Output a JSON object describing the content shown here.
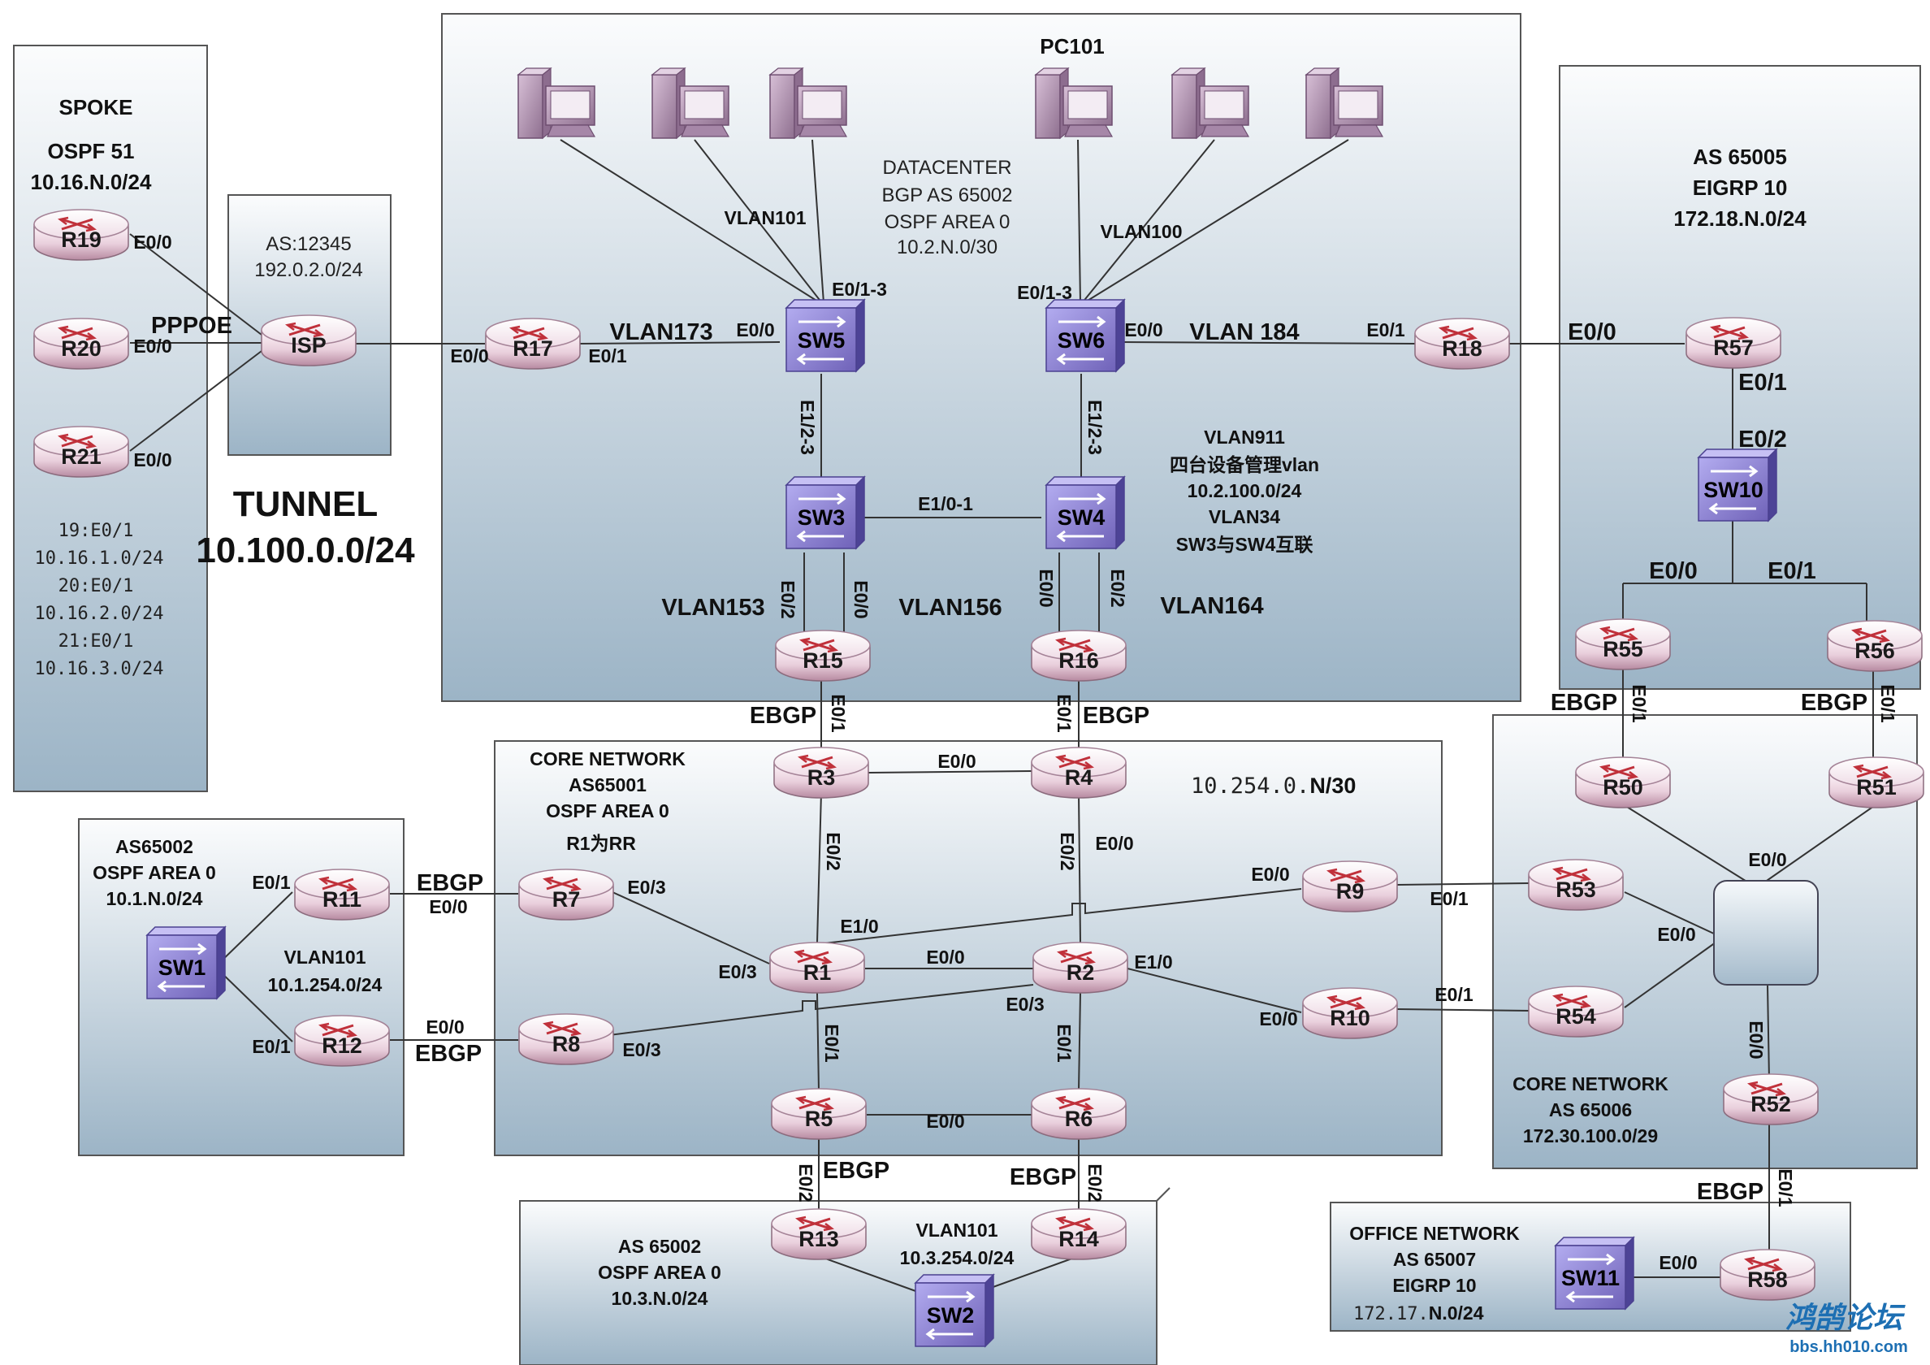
{
  "colors": {
    "zone_top": "#ffffff",
    "zone_bottom": "#9db6c8",
    "router": "#e8d0dc",
    "switch": "#8a7fd0",
    "pc": "#b79ab8",
    "watermark": "#1d6fb3"
  },
  "zones": {
    "datacenter": {
      "title": "PC101",
      "lines": [
        "DATACENTER",
        "BGP  AS 65002",
        "OSPF AREA 0",
        "10.2.N.0/30"
      ]
    },
    "spoke": {
      "lines": [
        "SPOKE",
        "OSPF 51",
        "10.16.N.0/24"
      ],
      "notes": [
        "19:E0/1",
        "10.16.1.0/24",
        "20:E0/1",
        "10.16.2.0/24",
        "21:E0/1",
        "10.16.3.0/24"
      ]
    },
    "isp": {
      "lines": [
        "AS:12345",
        "192.0.2.0/24"
      ]
    },
    "tunnel": {
      "lines": [
        "TUNNEL",
        "10.100.0.0/24"
      ]
    },
    "as65005": {
      "lines": [
        "AS 65005",
        "EIGRP 10",
        "172.18.N.0/24"
      ]
    },
    "core": {
      "lines": [
        "CORE NETWORK",
        "AS65001",
        "OSPF  AREA 0",
        "R1为RR"
      ],
      "subnet_a": "10.254.0.",
      "subnet_b": "N/30"
    },
    "left_as": {
      "lines": [
        "AS65002",
        "OSPF AREA 0",
        "10.1.N.0/24"
      ],
      "vlan": [
        "VLAN101",
        "10.1.254.0/24"
      ]
    },
    "bottom_as": {
      "lines": [
        "AS 65002",
        "OSPF AREA 0",
        "10.3.N.0/24"
      ],
      "vlan": [
        "VLAN101",
        "10.3.254.0/24"
      ]
    },
    "core65006": {
      "lines": [
        "CORE NETWORK",
        "AS 65006",
        "172.30.100.0/29"
      ]
    },
    "office": {
      "lines": [
        "OFFICE NETWORK",
        "AS 65007",
        "EIGRP 10"
      ],
      "subnet_a": "172.17.",
      "subnet_b": "N.0/24"
    },
    "mgmt": {
      "lines": [
        "VLAN911",
        "四台设备管理vlan",
        "10.2.100.0/24",
        "VLAN34",
        "SW3与SW4互联"
      ]
    }
  },
  "routers": {
    "R19": "R19",
    "R20": "R20",
    "R21": "R21",
    "ISP": "ISP",
    "R17": "R17",
    "R18": "R18",
    "R57": "R57",
    "R55": "R55",
    "R56": "R56",
    "R15": "R15",
    "R16": "R16",
    "R3": "R3",
    "R4": "R4",
    "R7": "R7",
    "R1": "R1",
    "R2": "R2",
    "R8": "R8",
    "R5": "R5",
    "R6": "R6",
    "R9": "R9",
    "R10": "R10",
    "R11": "R11",
    "R12": "R12",
    "R13": "R13",
    "R14": "R14",
    "R50": "R50",
    "R51": "R51",
    "R53": "R53",
    "R54": "R54",
    "R52": "R52",
    "R58": "R58"
  },
  "switches": {
    "SW5": "SW5",
    "SW6": "SW6",
    "SW3": "SW3",
    "SW4": "SW4",
    "SW10": "SW10",
    "SW1": "SW1",
    "SW2": "SW2",
    "SW11": "SW11"
  },
  "vlans": {
    "vlan101_top": "VLAN101",
    "vlan100": "VLAN100",
    "vlan173": "VLAN173",
    "vlan184": "VLAN 184",
    "vlan153": "VLAN153",
    "vlan156": "VLAN156",
    "vlan164": "VLAN164",
    "pppoe": "PPPOE"
  },
  "links": {
    "r19_e00": "E0/0",
    "r20_e00": "E0/0",
    "r21_e00": "E0/0",
    "r17_e00": "E0/0",
    "r17_e01": "E0/1",
    "sw5_e00": "E0/0",
    "sw5_e013": "E0/1-3",
    "sw6_e013": "E0/1-3",
    "sw6_e00": "E0/0",
    "r18_e01": "E0/1",
    "r57_e00": "E0/0",
    "r57_e01": "E0/1",
    "sw10_e02": "E0/2",
    "sw10_e00": "E0/0",
    "sw10_e01": "E0/1",
    "sw5_e123": "E1/2-3",
    "sw6_e123": "E1/2-3",
    "sw3_sw4": "E1/0-1",
    "sw3_e02": "E0/2",
    "sw3_e00": "E0/0",
    "sw4_e00": "E0/0",
    "sw4_e02": "E0/2",
    "r15_e01": "E0/1",
    "r16_e01": "E0/1",
    "ebgp_15": "EBGP",
    "ebgp_16": "EBGP",
    "r3_r4": "E0/0",
    "r3_e02": "E0/2",
    "r4_e02": "E0/2",
    "r4_e00": "E0/0",
    "r7_e03": "E0/3",
    "r1_e03": "E0/3",
    "r1_e10": "E1/0",
    "r1_r2": "E0/0",
    "r2_e10": "E1/0",
    "r2_e03": "E0/3",
    "r8_e03": "E0/3",
    "r9_e00": "E0/0",
    "r9_e01": "E0/1",
    "r10_e00": "E0/0",
    "r10_e01": "E0/1",
    "r1_e01": "E0/1",
    "r2_e01": "E0/1",
    "r5_r6": "E0/0",
    "r11_e01": "E0/1",
    "r12_e01": "E0/1",
    "r7_e00": "E0/0",
    "r8_e00": "E0/0",
    "ebgp_7": "EBGP",
    "ebgp_8": "EBGP",
    "r5_e02": "E0/2",
    "r6_e02": "E0/2",
    "ebgp_5": "EBGP",
    "ebgp_6": "EBGP",
    "r55_e01": "E0/1",
    "r56_e01": "E0/1",
    "ebgp_55": "EBGP",
    "ebgp_56": "EBGP",
    "hub_e00_top": "E0/0",
    "hub_e00_left": "E0/0",
    "r52_e00": "E0/0",
    "r52_e01": "E0/1",
    "ebgp_58": "EBGP",
    "sw11_e00": "E0/0"
  },
  "watermark": {
    "cn": "鸿鹄论坛",
    "url": "bbs.hh010.com"
  }
}
